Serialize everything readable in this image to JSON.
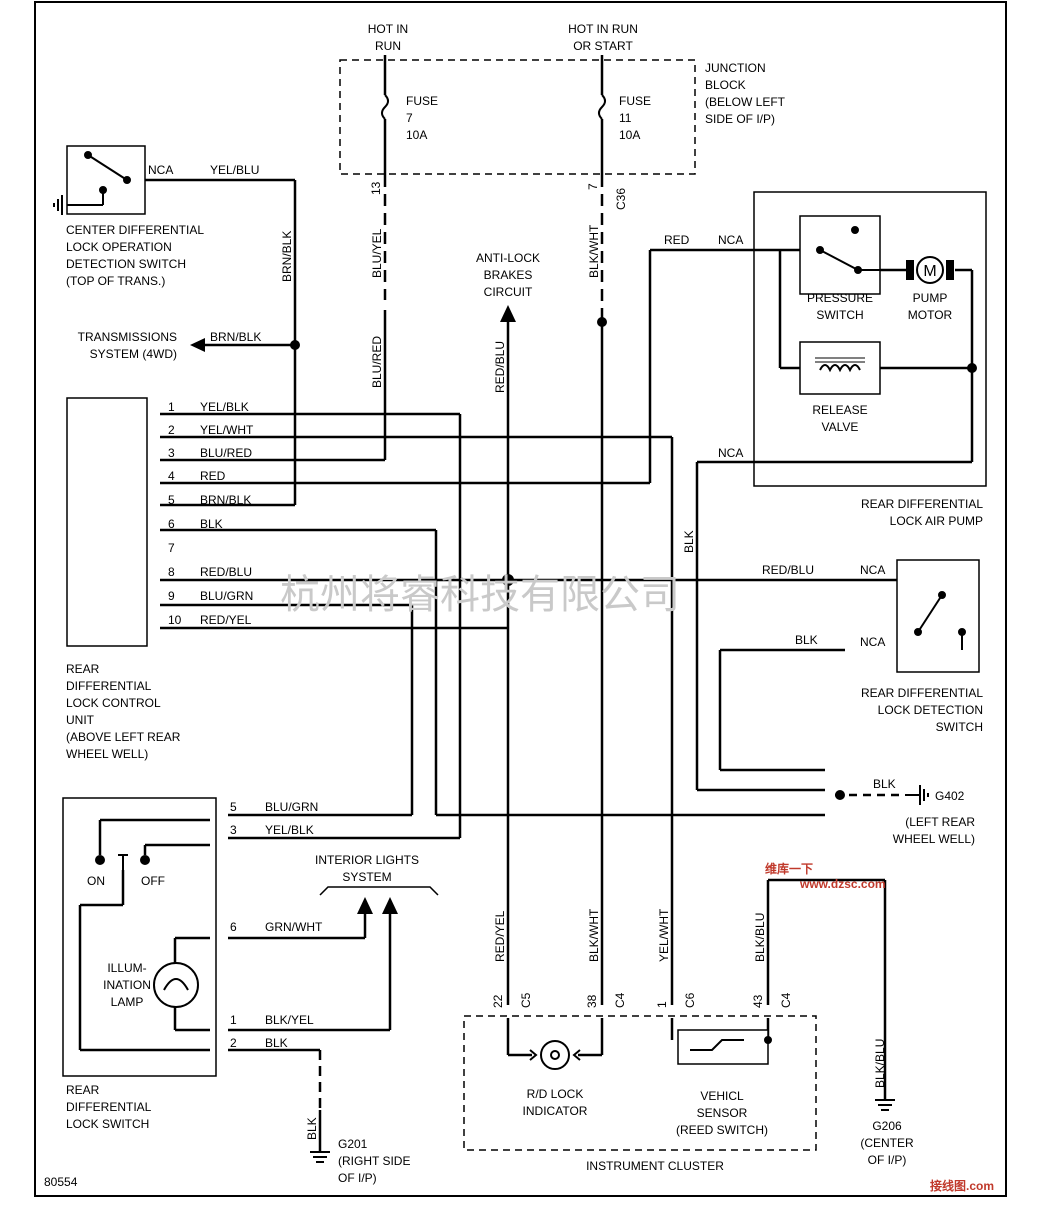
{
  "frame_id": "80554",
  "power": {
    "hot_in_run": "HOT IN\nRUN",
    "hot_in_run_start": "HOT IN RUN\nOR START",
    "fuse7": "FUSE\n7\n10A",
    "fuse11": "FUSE\n11\n10A",
    "junction_block": "JUNCTION\nBLOCK\n(BELOW LEFT\nSIDE OF I/P)",
    "pin13": "13",
    "pin7": "7",
    "conn_c36": "C36"
  },
  "components": {
    "center_diff_switch": "CENTER DIFFERENTIAL\nLOCK OPERATION\nDETECTION SWITCH\n(TOP OF TRANS.)",
    "transmission_system": "TRANSMISSIONS\nSYSTEM (4WD)",
    "antilock": "ANTI-LOCK\nBRAKES\nCIRCUIT",
    "pressure_switch": "PRESSURE\nSWITCH",
    "pump_motor": "PUMP\nMOTOR",
    "motor_symbol": "M",
    "release_valve": "RELEASE\nVALVE",
    "air_pump": "REAR DIFFERENTIAL\nLOCK AIR PUMP",
    "control_unit": "REAR\nDIFFERENTIAL\nLOCK CONTROL\nUNIT\n(ABOVE LEFT REAR\nWHEEL WELL)",
    "detection_switch": "REAR DIFFERENTIAL\nLOCK DETECTION\nSWITCH",
    "g402": "G402",
    "g402_loc": "(LEFT REAR\nWHEEL WELL)",
    "lock_switch": "REAR\nDIFFERENTIAL\nLOCK SWITCH",
    "on": "ON",
    "off": "OFF",
    "illum_lamp": "ILLUM-\nINATION\nLAMP",
    "interior_lights": "INTERIOR LIGHTS\nSYSTEM",
    "g201": "G201\n(RIGHT SIDE\nOF I/P)",
    "g206": "G206\n(CENTER\nOF I/P)",
    "rd_lock_indicator": "R/D LOCK\nINDICATOR",
    "vehicle_sensor": "VEHICL\nSENSOR\n(REED SWITCH)",
    "instrument_cluster": "INSTRUMENT CLUSTER"
  },
  "wires": {
    "yel_blu": "YEL/BLU",
    "nca": "NCA",
    "brn_blk": "BRN/BLK",
    "blu_yel": "BLU/YEL",
    "blu_red": "BLU/RED",
    "blk_wht": "BLK/WHT",
    "red_blu": "RED/BLU",
    "red": "RED",
    "blk": "BLK",
    "blu_grn": "BLU/GRN",
    "red_yel": "RED/YEL",
    "yel_blk": "YEL/BLK",
    "yel_wht": "YEL/WHT",
    "grn_wht": "GRN/WHT",
    "blk_yel": "BLK/YEL",
    "blk_blu": "BLK/BLU"
  },
  "ecu_pins": [
    {
      "num": "1",
      "wire": "YEL/BLK"
    },
    {
      "num": "2",
      "wire": "YEL/WHT"
    },
    {
      "num": "3",
      "wire": "BLU/RED"
    },
    {
      "num": "4",
      "wire": "RED"
    },
    {
      "num": "5",
      "wire": "BRN/BLK"
    },
    {
      "num": "6",
      "wire": "BLK"
    },
    {
      "num": "7",
      "wire": ""
    },
    {
      "num": "8",
      "wire": "RED/BLU"
    },
    {
      "num": "9",
      "wire": "BLU/GRN"
    },
    {
      "num": "10",
      "wire": "RED/YEL"
    }
  ],
  "switch_pins": [
    {
      "num": "5",
      "wire": "BLU/GRN"
    },
    {
      "num": "3",
      "wire": "YEL/BLK"
    },
    {
      "num": "6",
      "wire": "GRN/WHT"
    },
    {
      "num": "1",
      "wire": "BLK/YEL"
    },
    {
      "num": "2",
      "wire": "BLK"
    }
  ],
  "cluster_pins": [
    {
      "num": "22",
      "conn": "C5",
      "wire": "RED/YEL"
    },
    {
      "num": "38",
      "conn": "C4",
      "wire": "BLK/WHT"
    },
    {
      "num": "1",
      "conn": "C6",
      "wire": "YEL/WHT"
    },
    {
      "num": "43",
      "conn": "C4",
      "wire": "BLK/BLU"
    }
  ],
  "watermark": "杭州将睿科技有限公司",
  "stamp": {
    "brand": "维库一下",
    "url": "www.dzsc.com",
    "corner": "接线图.com"
  }
}
